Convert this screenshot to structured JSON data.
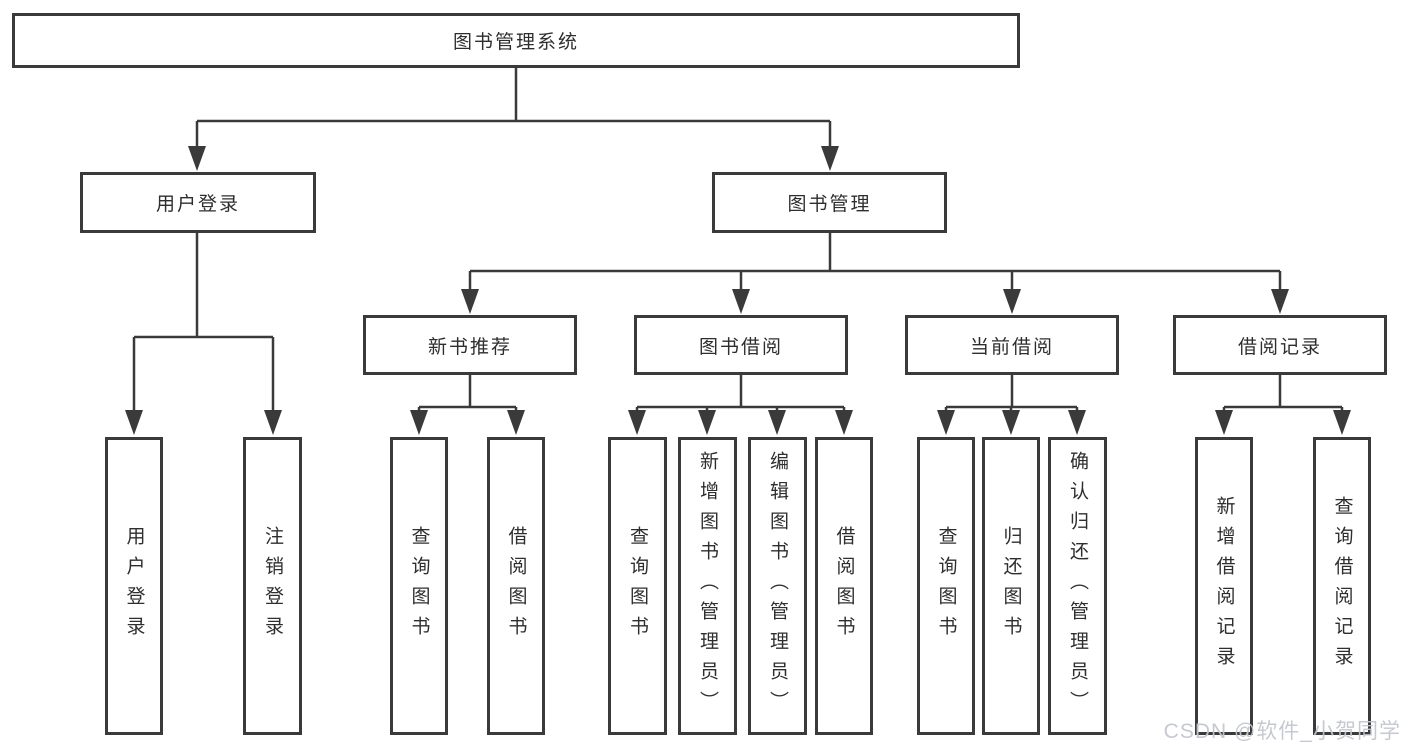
{
  "diagram_title": "图书管理系统",
  "watermark": "CSDN @软件_小贺同学",
  "colors": {
    "background": "#ffffff",
    "line": "#3a3a3a",
    "box_border": "#3a3a3a",
    "text": "#2e2e2e",
    "watermark": "#c3c7cd"
  },
  "tree": {
    "root": {
      "label": "图书管理系统",
      "children": [
        {
          "label": "用户登录",
          "children": [
            {
              "label": "用户登录"
            },
            {
              "label": "注销登录"
            }
          ]
        },
        {
          "label": "图书管理",
          "children": [
            {
              "label": "新书推荐",
              "children": [
                {
                  "label": "查询图书"
                },
                {
                  "label": "借阅图书"
                }
              ]
            },
            {
              "label": "图书借阅",
              "children": [
                {
                  "label": "查询图书"
                },
                {
                  "label": "新增图书（管理员）"
                },
                {
                  "label": "编辑图书（管理员）"
                },
                {
                  "label": "借阅图书"
                }
              ]
            },
            {
              "label": "当前借阅",
              "children": [
                {
                  "label": "查询图书"
                },
                {
                  "label": "归还图书"
                },
                {
                  "label": "确认归还（管理员）"
                }
              ]
            },
            {
              "label": "借阅记录",
              "children": [
                {
                  "label": "新增借阅记录"
                },
                {
                  "label": "查询借阅记录"
                }
              ]
            }
          ]
        }
      ]
    }
  }
}
